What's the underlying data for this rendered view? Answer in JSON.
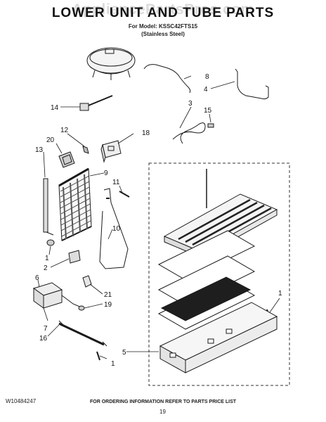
{
  "watermark": "AppliancePartsPros.com",
  "title": "LOWER UNIT AND TUBE PARTS",
  "subtitle_model": "For Model: KSSC42FTS15",
  "subtitle_finish": "(Stainless Steel)",
  "footer": {
    "doc_number": "W10484247",
    "ordering_note": "FOR ORDERING INFORMATION REFER TO PARTS PRICE LIST",
    "page_number": "19"
  },
  "callouts": {
    "c1a": "1",
    "c1b": "1",
    "c1c": "1",
    "c2": "2",
    "c3": "3",
    "c4": "4",
    "c5": "5",
    "c6": "6",
    "c7": "7",
    "c8": "8",
    "c9": "9",
    "c10": "10",
    "c11": "11",
    "c12": "12",
    "c13": "13",
    "c14": "14",
    "c15": "15",
    "c16": "16",
    "c18": "18",
    "c19": "19",
    "c20": "20",
    "c21": "21"
  },
  "colors": {
    "line": "#1a1a1a",
    "fill_light": "#f2f2f2",
    "fill_mid": "#d9d9d9",
    "fill_dark": "#222222"
  }
}
